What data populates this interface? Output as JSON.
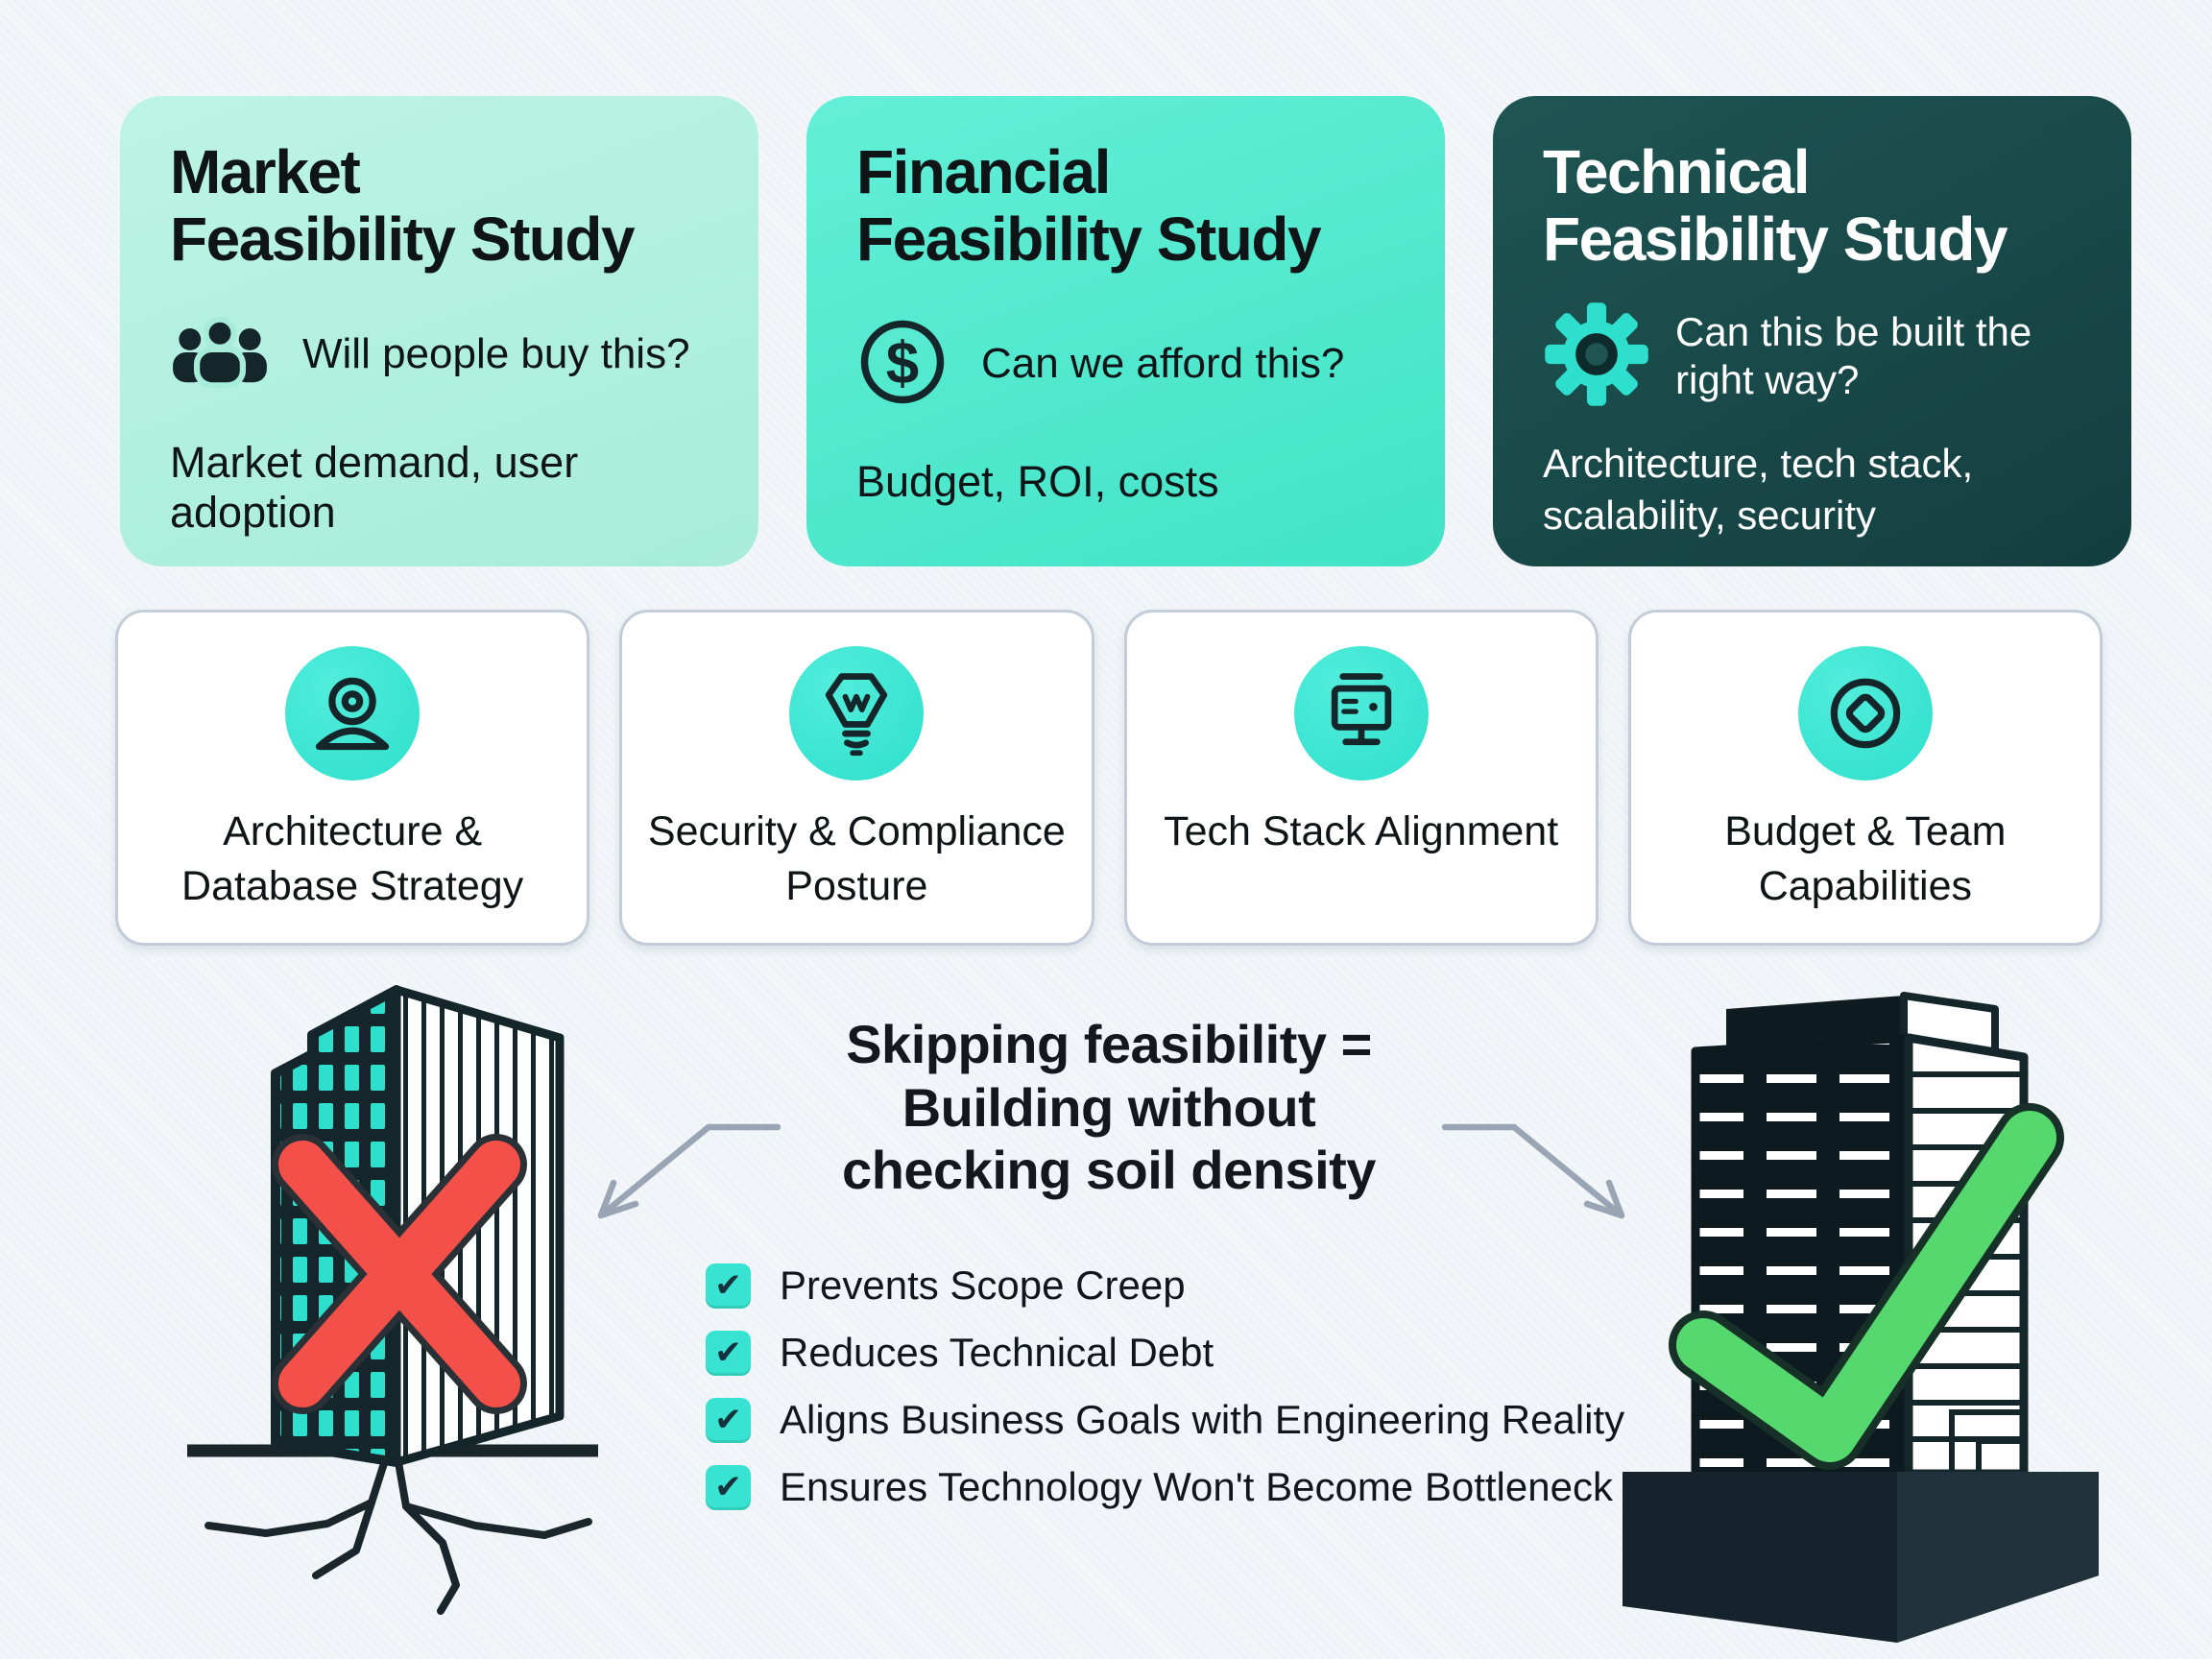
{
  "top_cards": [
    {
      "title_line1": "Market",
      "title_line2": "Feasibility Study",
      "question": "Will people buy this?",
      "scope": "Market demand, user adoption",
      "icon": "people-icon"
    },
    {
      "title_line1": "Financial",
      "title_line2": "Feasibility Study",
      "question": "Can we afford this?",
      "scope": "Budget, ROI, costs",
      "icon": "dollar-circle-icon"
    },
    {
      "title_line1": "Technical",
      "title_line2": "Feasibility Study",
      "question": "Can this be built the right way?",
      "scope": "Architecture, tech stack, scalability, security",
      "icon": "gear-icon"
    }
  ],
  "factor_cards": [
    {
      "label": "Architecture & Database Strategy",
      "icon": "user-icon"
    },
    {
      "label": "Security & Compliance Posture",
      "icon": "lightbulb-icon"
    },
    {
      "label": "Tech Stack Alignment",
      "icon": "monitor-icon"
    },
    {
      "label": "Budget & Team Capabilities",
      "icon": "diamond-icon"
    }
  ],
  "bottom": {
    "headline_lines": [
      "Skipping feasibility =",
      "Building without",
      "checking soil density"
    ],
    "checklist": [
      "Prevents Scope Creep",
      "Reduces Technical Debt",
      "Aligns Business Goals with Engineering Reality",
      "Ensures Technology Won't Become Bottleneck"
    ],
    "left_illustration": "building-with-red-cross-and-cracked-ground",
    "right_illustration": "building-with-green-check-on-foundation"
  },
  "glyphs": {
    "dollar": "$",
    "check": "✔"
  },
  "colors": {
    "page-bg": "#f2f6f8",
    "mint": "#a7ecd9",
    "mint-light": "#bdf4e4",
    "teal-bright": "#41e3c6",
    "dark-teal": "#1e5553",
    "dark-teal-2": "#143e40",
    "accent-teal": "#2ddfcc",
    "ink": "#15262b",
    "text-dark": "#0f1417",
    "card-border": "#c4ccd9",
    "check-green": "#55d96f",
    "cross-red": "#f25048",
    "arrow-gray": "#99a5b4",
    "checkbox-teal": "#39e3d2"
  }
}
